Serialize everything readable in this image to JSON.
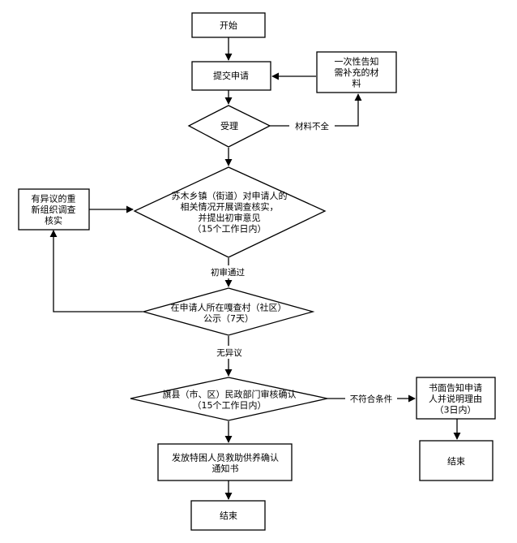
{
  "nodes": {
    "start": {
      "lines": [
        "开始"
      ]
    },
    "submit": {
      "lines": [
        "提交申请"
      ]
    },
    "supplement": {
      "lines": [
        "一次性告知",
        "需补充的材",
        "料"
      ]
    },
    "accept": {
      "lines": [
        "受理"
      ]
    },
    "reinvestigate": {
      "lines": [
        "有异议的重",
        "新组织调查",
        "核实"
      ]
    },
    "town_review": {
      "lines": [
        "苏木乡镇（街道）对申请人的",
        "相关情况开展调查核实，",
        "并提出初审意见",
        "（15个工作日内）"
      ]
    },
    "publicity": {
      "lines": [
        "在申请人所在嘎查村（社区）",
        "公示（7天）"
      ]
    },
    "county_review": {
      "lines": [
        "旗县（市、区）民政部门审核确认",
        "（15个工作日内）"
      ]
    },
    "written_notice": {
      "lines": [
        "书面告知申请",
        "人并说明理由",
        "（3日内）"
      ]
    },
    "end_right": {
      "lines": [
        "结束"
      ]
    },
    "issue_notice": {
      "lines": [
        "发放特困人员救助供养确认",
        "通知书"
      ]
    },
    "end_main": {
      "lines": [
        "结束"
      ]
    }
  },
  "edge_labels": {
    "incomplete": "材料不全",
    "preliminary_passed": "初审通过",
    "no_objection": "无异议",
    "not_qualified": "不符合条件"
  }
}
